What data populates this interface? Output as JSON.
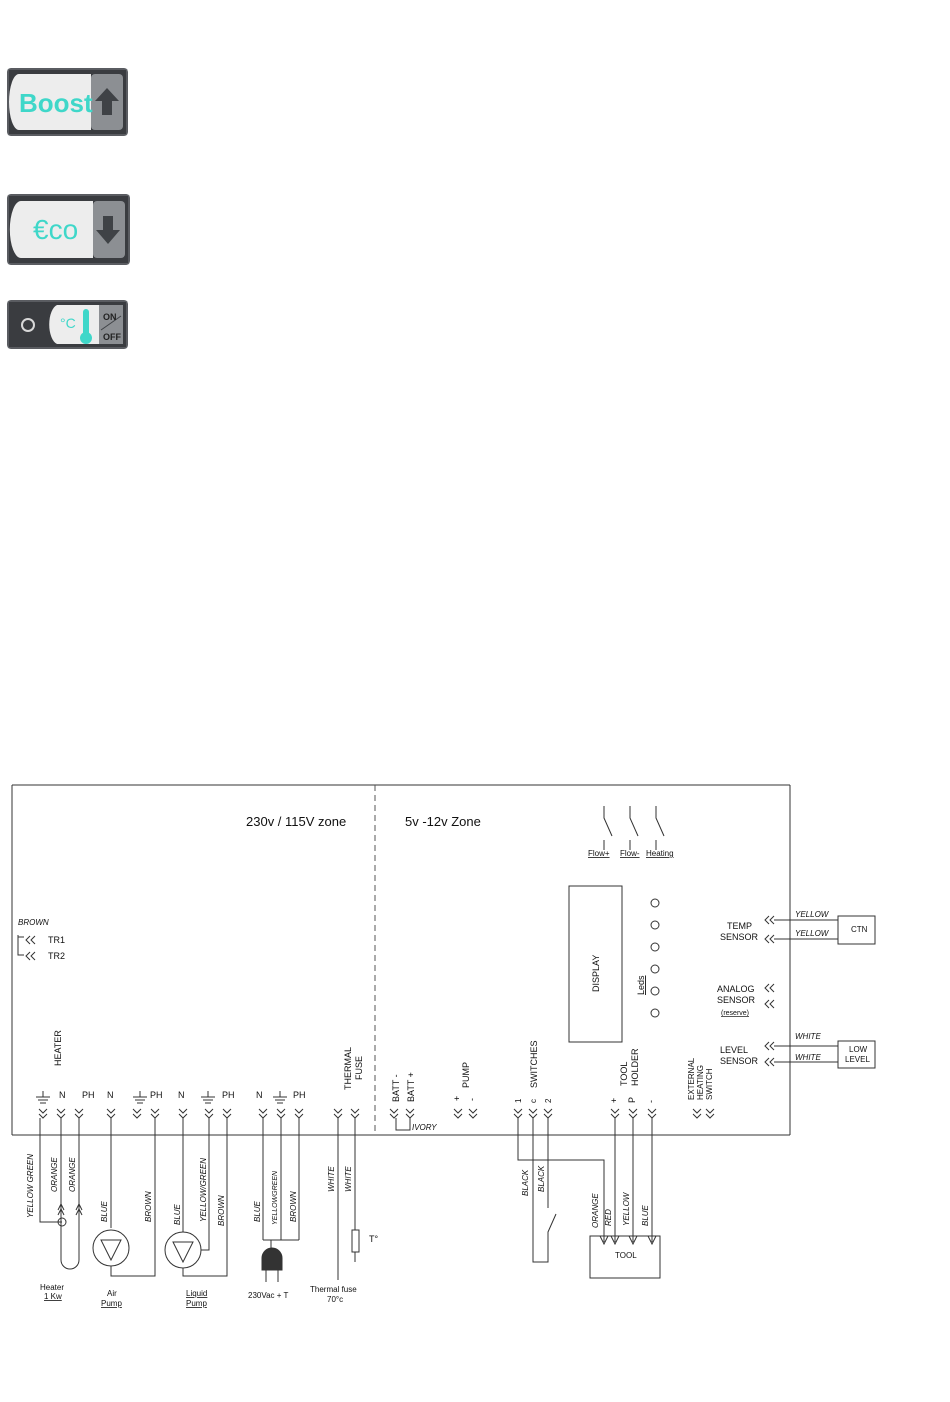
{
  "buttons": {
    "boost": {
      "label": "Boost",
      "icon": "arrow-up-icon"
    },
    "eco": {
      "label": "€co",
      "icon": "arrow-down-icon"
    },
    "temp": {
      "label": "°C",
      "on": "ON",
      "off": "OFF",
      "icon": "thermometer-icon"
    }
  },
  "diagram": {
    "zones": {
      "high": "230v / 115V zone",
      "low": "5v -12v Zone"
    },
    "brown_label": "BROWN",
    "tr1": "TR1",
    "tr2": "TR2",
    "heater_header": "HEATER",
    "thermal_fuse_header": [
      "THERMAL",
      "FUSE"
    ],
    "batt_minus": "BATT -",
    "batt_plus": "BATT +",
    "ivory": "IVORY",
    "pump_header": "PUMP",
    "pump_plus": "+",
    "pump_minus": "-",
    "switches_header": "SWITCHES",
    "switch_pins": [
      "1",
      "c",
      "2"
    ],
    "tool_holder_header": [
      "TOOL",
      "HOLDER"
    ],
    "tool_pins": [
      "+",
      "P",
      "-"
    ],
    "ext_heating": [
      "EXTERNAL",
      "HEATING",
      "SWITCH"
    ],
    "flow_labels": [
      "Flow+",
      "Flow-",
      "Heating"
    ],
    "display": "DISPLAY",
    "leds": "Leds",
    "temp_sensor": [
      "TEMP",
      "SENSOR"
    ],
    "analog_sensor": [
      "ANALOG",
      "SENSOR",
      "(reserve)"
    ],
    "level_sensor": [
      "LEVEL",
      "SENSOR"
    ],
    "ctn": "CTN",
    "low_level": [
      "LOW",
      "LEVEL"
    ],
    "wire_yellow": "YELLOW",
    "wire_white": "WHITE",
    "terminal_labels": {
      "n": "N",
      "ph": "PH",
      "plus": "+",
      "p": "P",
      "minus": "-"
    },
    "wires": {
      "yellow_green": "YELLOW GREEN",
      "orange": "ORANGE",
      "blue": "BLUE",
      "brown": "BROWN",
      "yellowgreen": "YELLOWGREEN",
      "yellowgreen2": "YELLOW/GREEN",
      "white": "WHITE",
      "black": "BLACK",
      "red": "RED",
      "yellow": "YELLOW"
    },
    "heater_label": [
      "Heater",
      "1 Kw"
    ],
    "air_pump": [
      "Air",
      "Pump"
    ],
    "liquid_pump": [
      "Liquid",
      "Pump"
    ],
    "plug_label": "230Vac + T",
    "fuse_label": [
      "Thermal fuse",
      "70°c"
    ],
    "fuse_symbol": "T°",
    "tool": "TOOL"
  }
}
